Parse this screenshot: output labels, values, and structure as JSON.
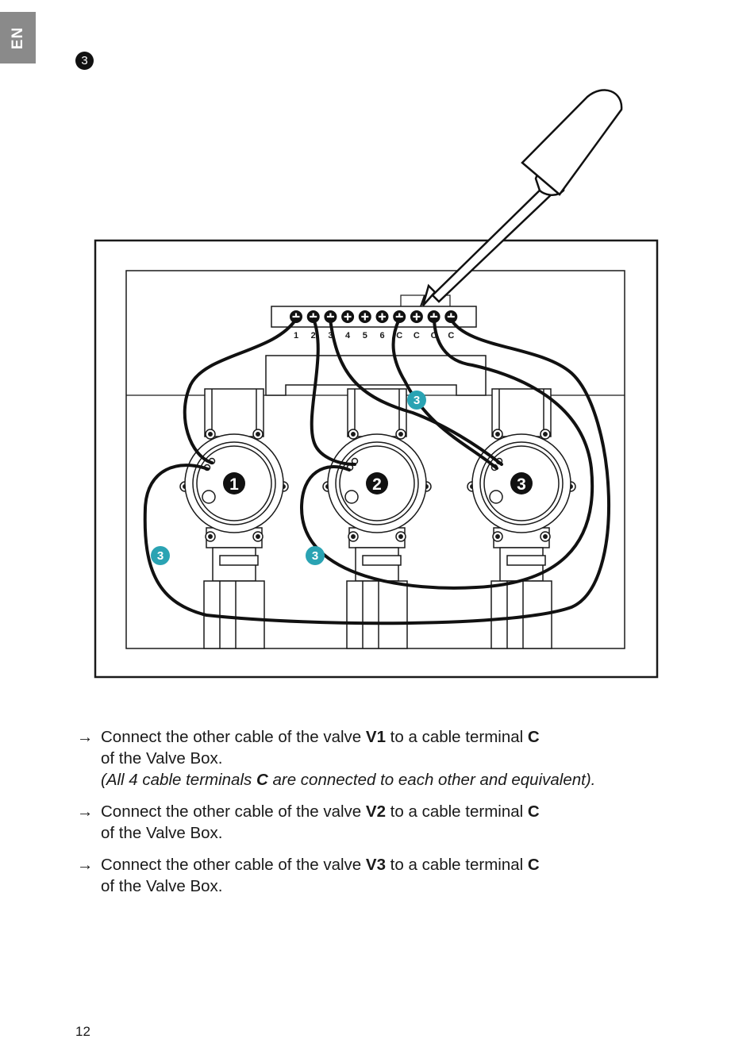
{
  "language_tab": "EN",
  "step_number": "3",
  "figure": {
    "terminal_labels": [
      "1",
      "2",
      "3",
      "4",
      "5",
      "6",
      "C",
      "C",
      "C",
      "C"
    ],
    "valve_numbers": [
      "1",
      "2",
      "3"
    ],
    "callout_label": "3",
    "callout_color": "#2aa3b3"
  },
  "instructions": [
    {
      "arrow": "→",
      "text_a": "Connect the other cable of the valve ",
      "valve": "V1",
      "text_b": " to a cable terminal ",
      "terminal": "C",
      "line2": "of the Valve Box.",
      "note_a": "(All 4 cable terminals ",
      "note_c": "C",
      "note_b": " are connected to each other and equivalent)."
    },
    {
      "arrow": "→",
      "text_a": "Connect the other cable of the valve ",
      "valve": "V2",
      "text_b": " to a cable terminal ",
      "terminal": "C",
      "line2": "of the Valve Box."
    },
    {
      "arrow": "→",
      "text_a": "Connect the other cable of the valve ",
      "valve": "V3",
      "text_b": " to a cable terminal ",
      "terminal": "C",
      "line2": "of the Valve Box."
    }
  ],
  "page_number": "12"
}
